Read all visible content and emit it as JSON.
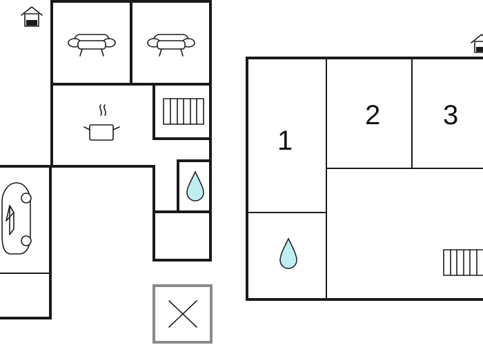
{
  "floorplan": {
    "rooms": [
      {
        "id": "bedroom-1",
        "label": "1"
      },
      {
        "id": "bedroom-2",
        "label": "2"
      },
      {
        "id": "bedroom-3",
        "label": "3"
      }
    ],
    "icons": [
      "entrance-icon",
      "sofa-icon",
      "kitchen-pot-icon",
      "stairs-icon",
      "water-drop-icon",
      "car-icon",
      "open-space-cross-icon"
    ],
    "colors": {
      "wall": "#1a1a1a",
      "water": "#bfeef2",
      "outdoor_frame": "#8a8a8a"
    }
  }
}
